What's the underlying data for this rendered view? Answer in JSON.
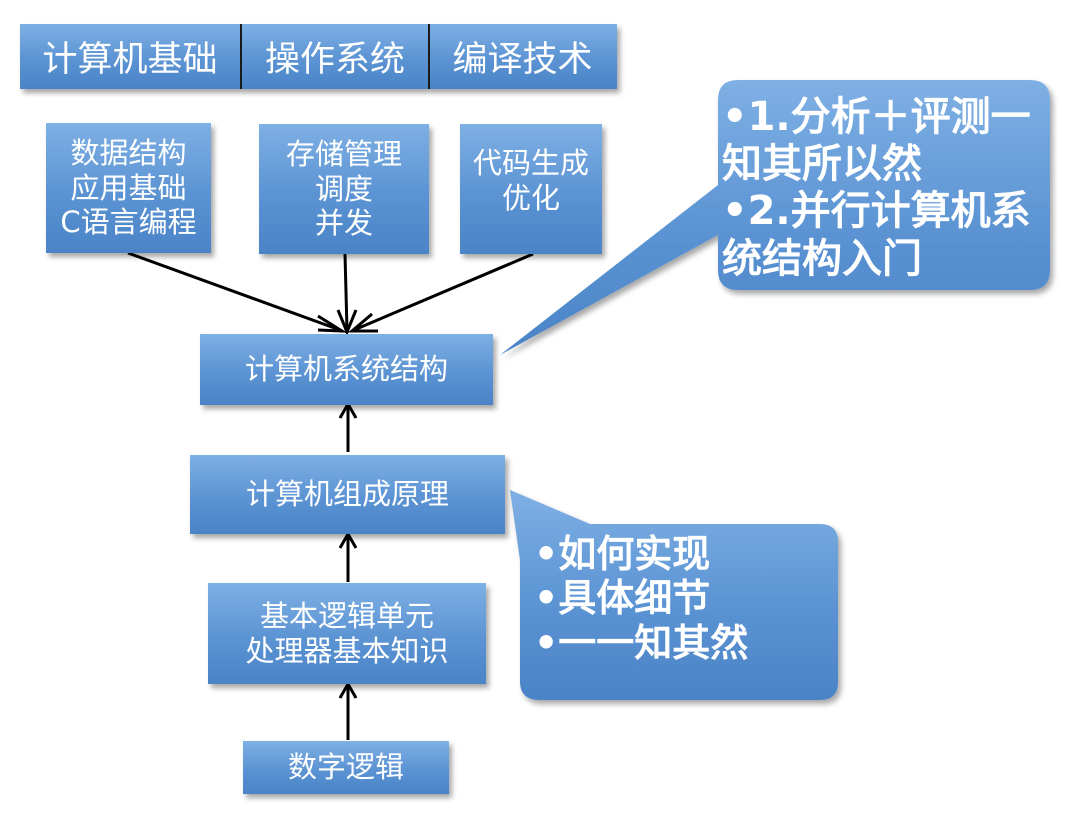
{
  "top_bar": {
    "segments": [
      "计算机基础",
      "操作系统",
      "编译技术"
    ]
  },
  "boxes": {
    "data_structure": [
      "数据结构",
      "应用基础",
      "C语言编程"
    ],
    "storage": [
      "存储管理",
      "调度",
      "并发"
    ],
    "codegen": [
      "代码生成",
      "优化"
    ],
    "architecture": [
      "计算机系统结构"
    ],
    "organization": [
      "计算机组成原理"
    ],
    "logic_unit": [
      "基本逻辑单元",
      "处理器基本知识"
    ],
    "digital_logic": [
      "数字逻辑"
    ]
  },
  "callouts": {
    "top_right": [
      "•1.分析＋评测一",
      "知其所以然",
      "•2.并行计算机系",
      "统结构入门"
    ],
    "middle_right": [
      "•如何实现",
      "•具体细节",
      "•一一知其然"
    ]
  },
  "colors": {
    "box_fill": "#5b93d3",
    "callout_fill": "#4f8bd0",
    "arrow": "#000000"
  }
}
